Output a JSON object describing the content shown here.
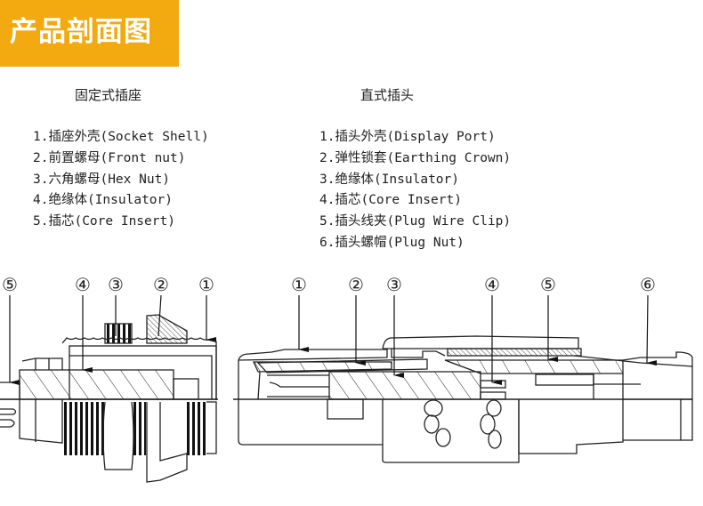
{
  "banner": {
    "title": "产品剖面图",
    "color": "#F2AA10"
  },
  "socket": {
    "title": "固定式插座",
    "parts": [
      {
        "num": "1.",
        "cn": "插座外壳",
        "en": " (Socket Shell)"
      },
      {
        "num": "2.",
        "cn": "前置螺母",
        "en": "(Front nut)"
      },
      {
        "num": "3.",
        "cn": "六角螺母",
        "en": " (Hex Nut)"
      },
      {
        "num": "4.",
        "cn": "绝缘体",
        "en": " (Insulator)"
      },
      {
        "num": "5.",
        "cn": "插芯",
        "en": " (Core Insert)"
      }
    ],
    "callouts": [
      "⑤",
      "④",
      "③",
      "②",
      "①"
    ]
  },
  "plug": {
    "title": "直式插头",
    "parts": [
      {
        "num": "1.",
        "cn": "插头外壳",
        "en": " (Display Port)"
      },
      {
        "num": "2.",
        "cn": "弹性锁套",
        "en": " (Earthing Crown)"
      },
      {
        "num": "3.",
        "cn": "绝缘体",
        "en": " (Insulator)"
      },
      {
        "num": "4.",
        "cn": "插芯",
        "en": " (Core Insert)"
      },
      {
        "num": "5.",
        "cn": "插头线夹",
        "en": " (Plug Wire Clip)"
      },
      {
        "num": "6.",
        "cn": "插头螺帽",
        "en": " (Plug Nut)"
      }
    ],
    "callouts": [
      "①",
      "②",
      "③",
      "④",
      "⑤",
      "⑥"
    ]
  }
}
